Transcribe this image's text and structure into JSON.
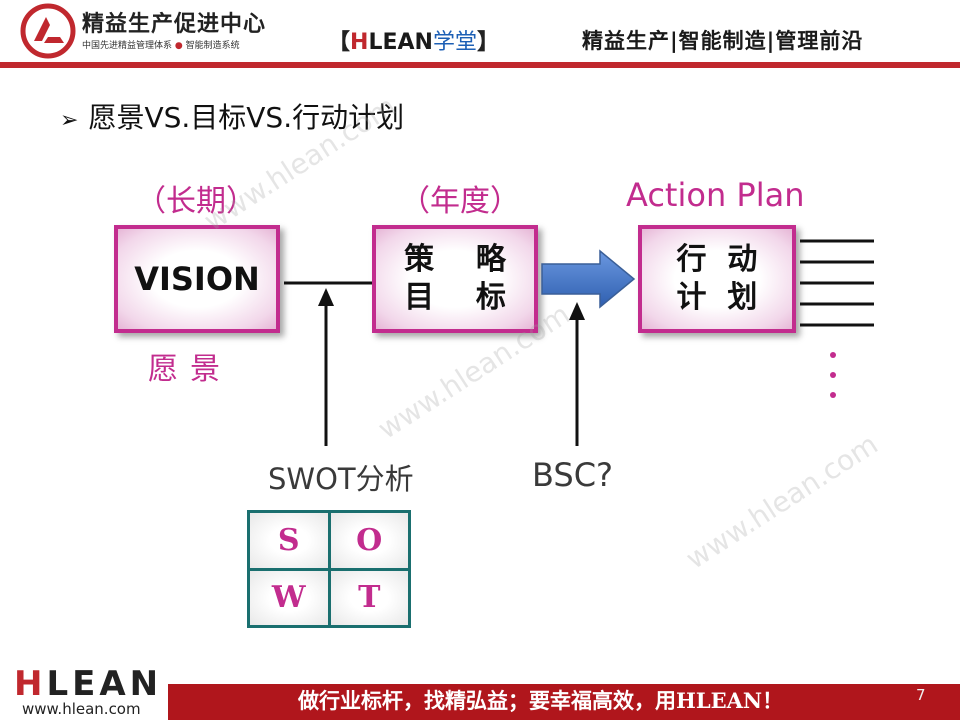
{
  "header": {
    "org_name": "精益生产促进中心",
    "org_sub_a": "中国先进精益管理体系",
    "org_sub_b": "智能制造系统",
    "brand_open": "【",
    "brand_h": "H",
    "brand_lean": "LEAN",
    "brand_xuetang": "学堂",
    "brand_close": "】",
    "slogan": "精益生产|智能制造|管理前沿"
  },
  "slide": {
    "title": "愿景VS.目标VS.行动计划",
    "label_long": "（长期）",
    "label_year": "（年度）",
    "label_action_plan": "Action  Plan",
    "vision_box": "VISION",
    "strategy_line1": "策    略",
    "strategy_line2": "目    标",
    "action_line1": "行  动",
    "action_line2": "计  划",
    "label_yuanjing": "愿景",
    "swot_label": "SWOT分析",
    "bsc_label": "BSC?",
    "swot_cells": [
      "S",
      "O",
      "W",
      "T"
    ]
  },
  "watermark": "www.hlean.com",
  "footer": {
    "logo_h": "H",
    "logo_rest": "LEAN",
    "url": "www.hlean.com",
    "slogan": "做行业标杆，找精弘益；要幸福高效，用HLEAN！",
    "page_number": "7"
  },
  "colors": {
    "accent_red": "#c0282e",
    "magenta": "#c22c8e",
    "arrow_blue": "#4a78c8",
    "swot_border": "#1a6f6f"
  }
}
